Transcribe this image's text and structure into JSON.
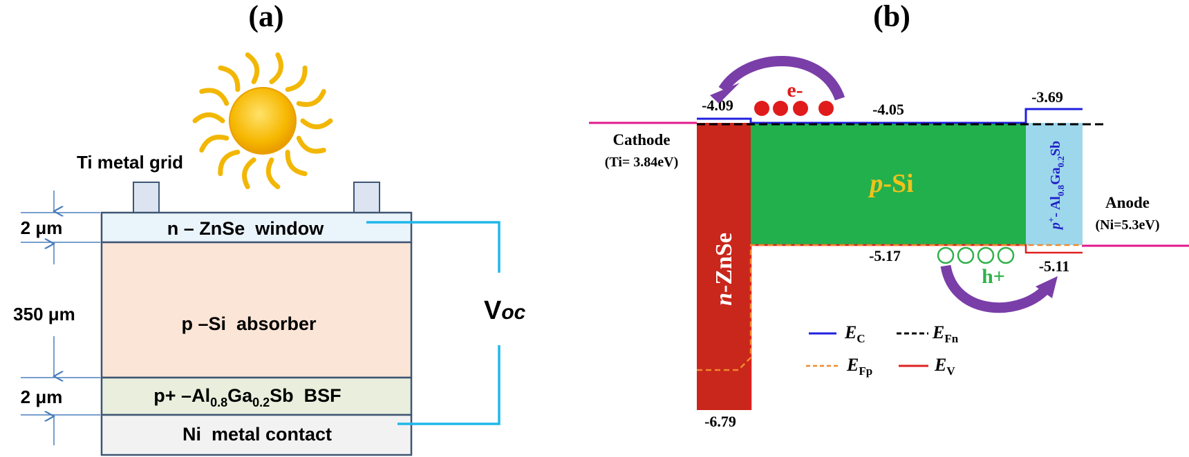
{
  "panel_a": {
    "label": "(a)",
    "grid_label": "Ti metal grid",
    "voc": {
      "main": "V",
      "sub": "oc"
    },
    "layers": [
      {
        "text": "n – ZnSe  window",
        "thickness": "2 μm",
        "fill": "#eaf4fb"
      },
      {
        "text": "p –Si  absorber",
        "thickness": "350 μm",
        "fill": "#fbe5d6"
      },
      {
        "text_pre": "p+ –Al",
        "sub1": "0.8",
        "text_mid": "Ga",
        "sub2": "0.2",
        "text_post": "Sb  BSF",
        "thickness": "2 μm",
        "fill": "#e9efdc"
      },
      {
        "text": "Ni  metal contact",
        "fill": "#f2f2f2"
      }
    ],
    "colors": {
      "wire": "#1fb7ea",
      "grid": "#dbe4f0",
      "border": "#3e5573",
      "arrow": "#4a7ebb"
    }
  },
  "panel_b": {
    "label": "(b)",
    "cathode": {
      "name": "Cathode",
      "detail": "(Ti= 3.84eV)"
    },
    "anode": {
      "name": "Anode",
      "detail": "(Ni=5.3eV)"
    },
    "regions": {
      "znse": {
        "italic": "n",
        "rest": "-ZnSe",
        "fill": "#c9261c"
      },
      "si": {
        "italic": "p",
        "rest": "-Si",
        "fill": "#22b04c"
      },
      "bsf": {
        "pre_italic": "p",
        "sup": "+",
        "mid": "- Al",
        "sub1": "0.8",
        "ga": "Ga",
        "sub2": "0.2",
        "sb": "Sb",
        "fill": "#9dd7ec"
      }
    },
    "levels": {
      "znse_ec": "-4.09",
      "si_ec": "-4.05",
      "bsf_ec": "-3.69",
      "si_ev": "-5.17",
      "bsf_ev": "-5.11",
      "znse_ev": "-6.79"
    },
    "carriers": {
      "electron": "e-",
      "hole": "h+"
    },
    "legend": [
      {
        "sym": "E",
        "sub": "C",
        "style": "solid",
        "color": "#1f1fe0"
      },
      {
        "sym": "E",
        "sub": "Fn",
        "style": "dashed",
        "color": "#000000"
      },
      {
        "sym": "E",
        "sub": "Fp",
        "style": "dashed",
        "color": "#f08a2c"
      },
      {
        "sym": "E",
        "sub": "V",
        "style": "solid",
        "color": "#e02020"
      }
    ],
    "colors": {
      "metal_line": "#e0198c",
      "arrow": "#7a3ea8",
      "electron": "#e01b1b",
      "hole": "#2fb24a"
    }
  }
}
